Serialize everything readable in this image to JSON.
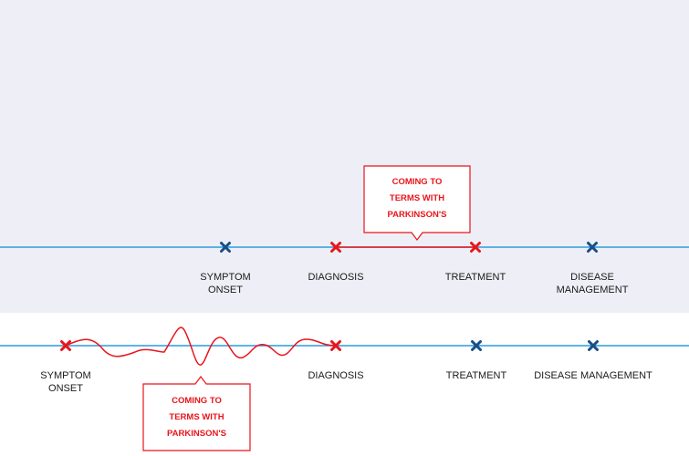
{
  "colors": {
    "timeline": "#2b9be0",
    "blue_marker": "#174f86",
    "red": "#e8151b",
    "top_background": "#eeeff6",
    "label_text": "#1a1a1a"
  },
  "top_timeline": {
    "markers": [
      {
        "id": "symptom-onset",
        "color": "blue",
        "label_lines": [
          "SYMPTOM",
          "ONSET"
        ]
      },
      {
        "id": "diagnosis",
        "color": "red",
        "label_lines": [
          "DIAGNOSIS"
        ]
      },
      {
        "id": "treatment",
        "color": "red",
        "label_lines": [
          "TREATMENT"
        ]
      },
      {
        "id": "disease-management",
        "color": "blue",
        "label_lines": [
          "DISEASE",
          "MANAGEMENT"
        ]
      }
    ],
    "callout_lines": [
      "COMING TO",
      "TERMS WITH",
      "PARKINSON'S"
    ]
  },
  "bottom_timeline": {
    "markers": [
      {
        "id": "symptom-onset",
        "color": "red",
        "label_lines": [
          "SYMPTOM",
          "ONSET"
        ]
      },
      {
        "id": "diagnosis",
        "color": "red",
        "label_lines": [
          "DIAGNOSIS"
        ]
      },
      {
        "id": "treatment",
        "color": "blue",
        "label_lines": [
          "TREATMENT"
        ]
      },
      {
        "id": "disease-management",
        "color": "blue",
        "label_lines": [
          "DISEASE MANAGEMENT"
        ]
      }
    ],
    "callout_lines": [
      "COMING TO",
      "TERMS WITH",
      "PARKINSON'S"
    ]
  }
}
